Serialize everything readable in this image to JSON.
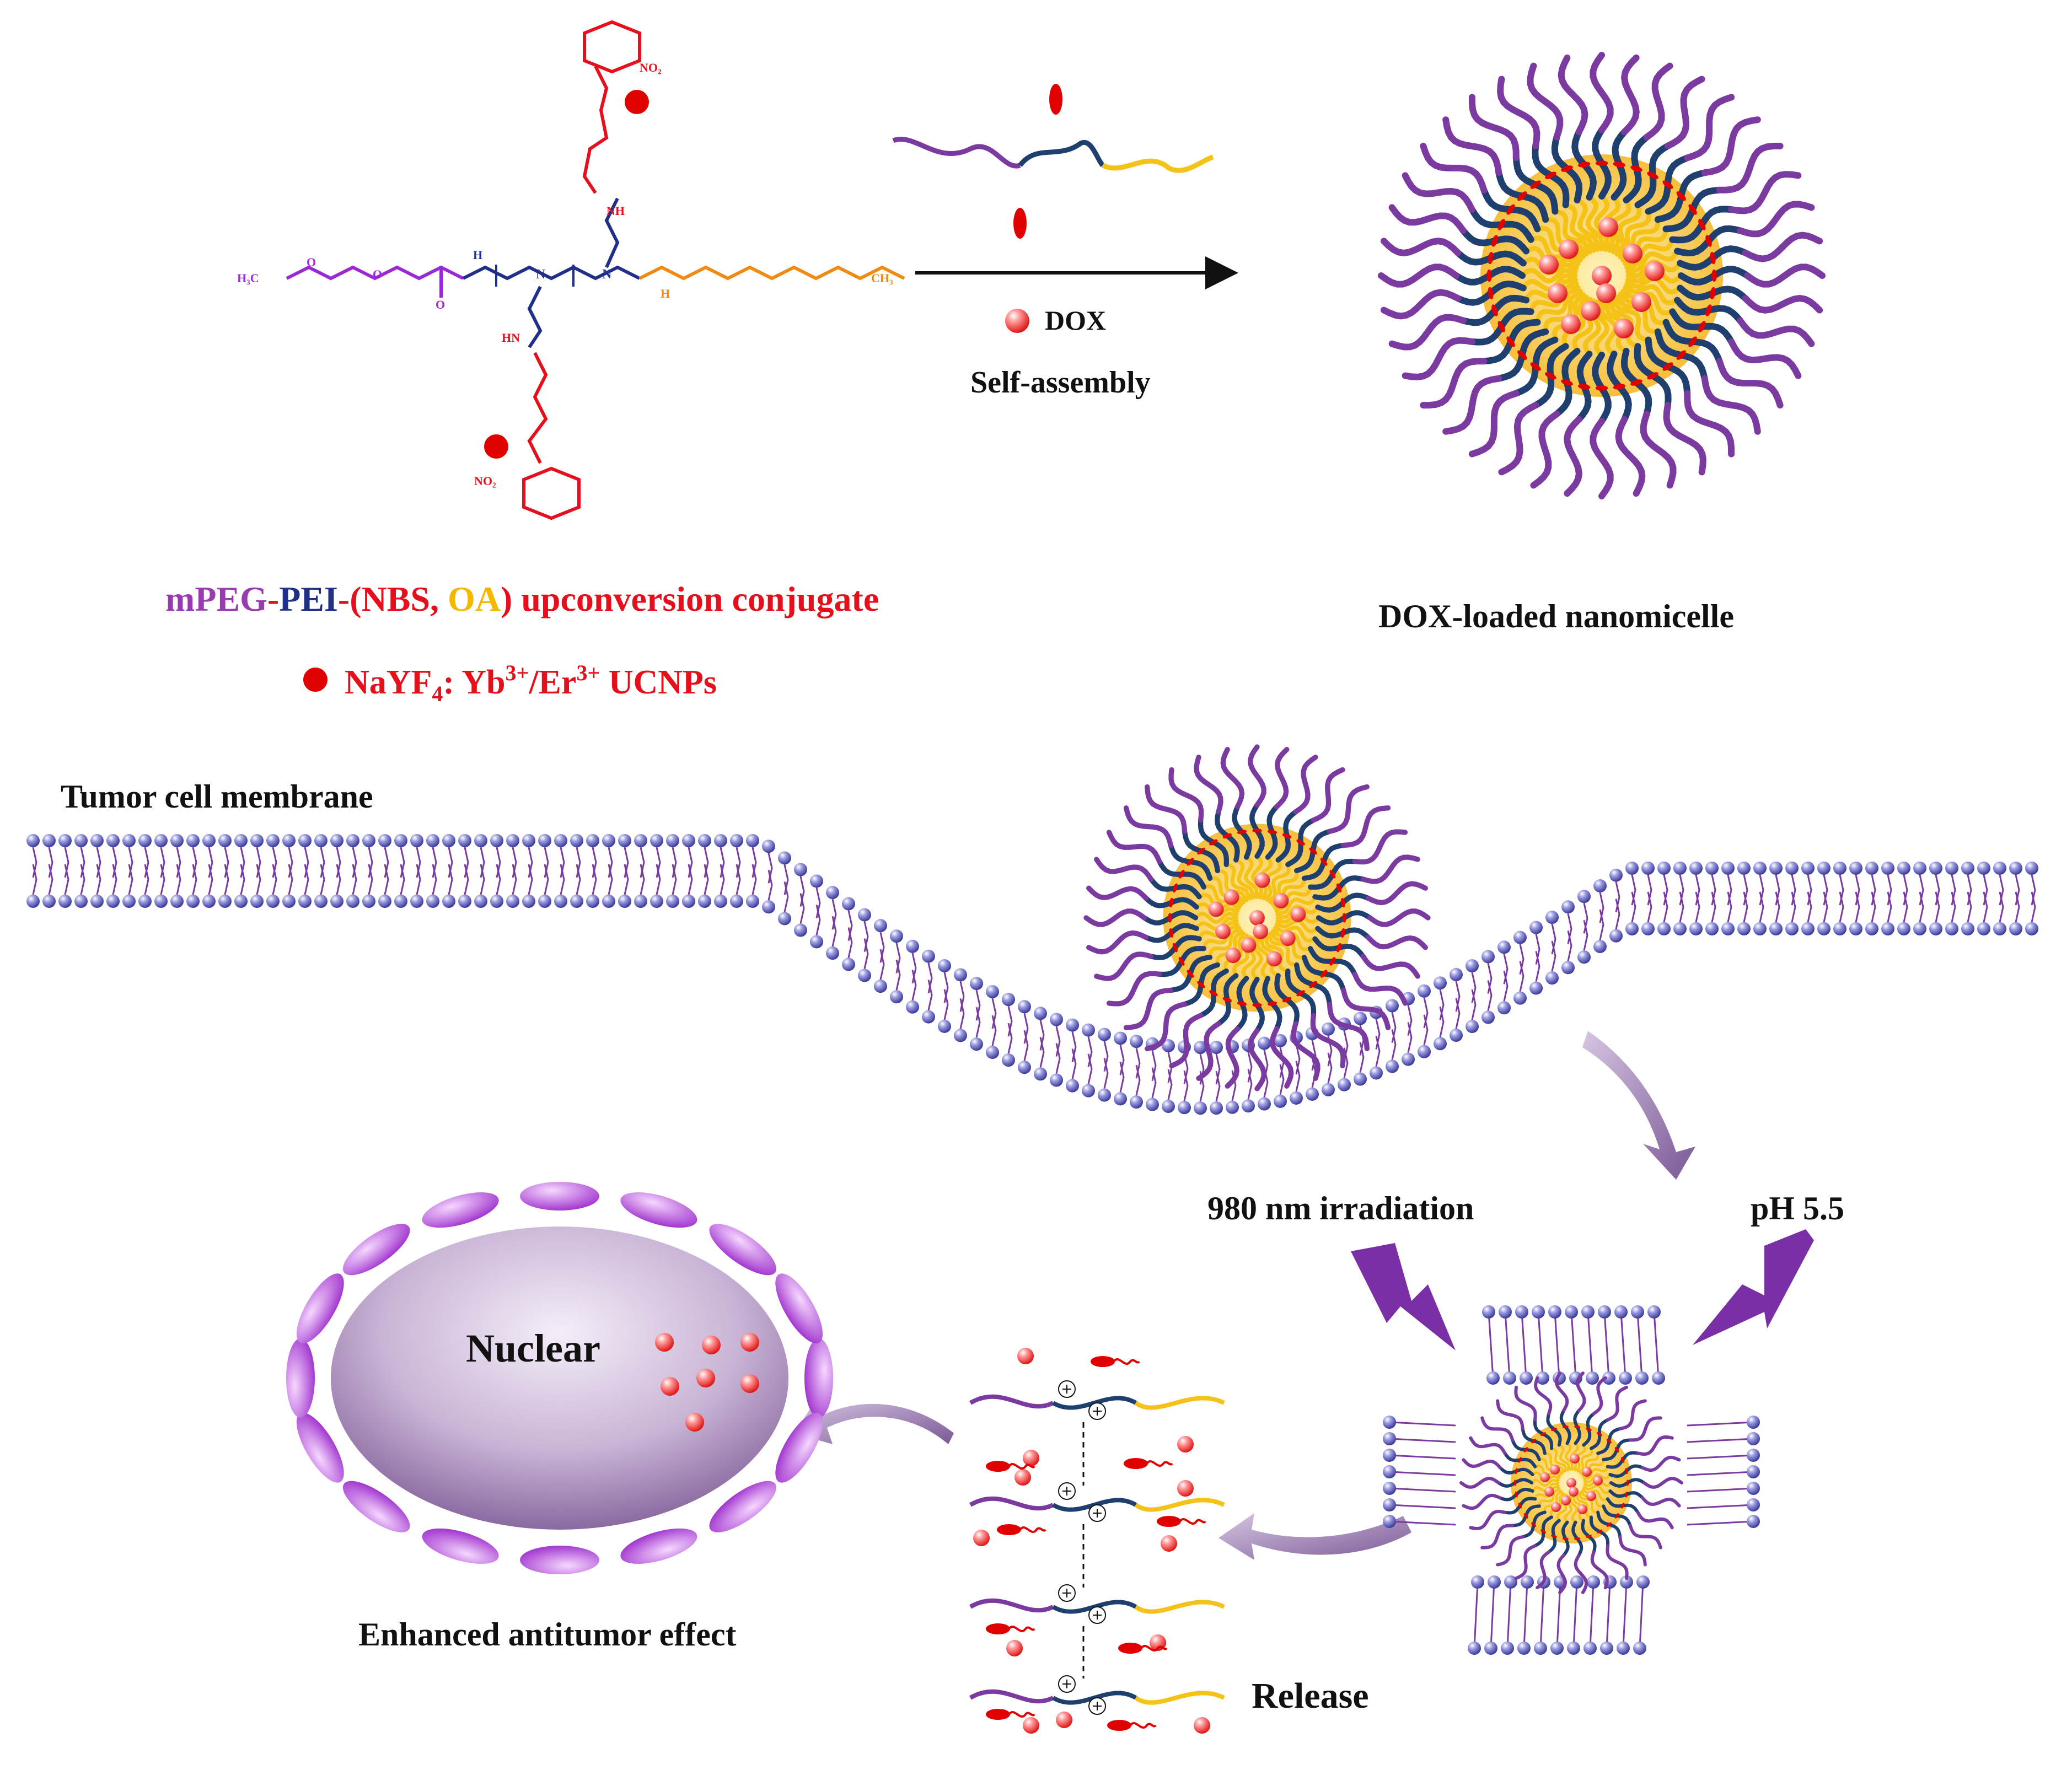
{
  "colors": {
    "peg": "#7b3aa0",
    "pei": "#1f3f6e",
    "nbs": "#e5101c",
    "oa": "#f0a020",
    "oa_tail": "#f5c218",
    "head": "#4a4ab0",
    "ucnp": "#e00000",
    "arrow": "#8a6aa8",
    "bolt": "#7a3aa6",
    "text": "#111111"
  },
  "chem": {
    "no2_top": "NO₂",
    "no2_bottom": "NO₂",
    "methyl_left": "H₃C",
    "o_1": "O",
    "o_2": "O",
    "n_h_left": "H",
    "n_left": "N",
    "n_right": "N",
    "n_h_right": "H",
    "ch3_right": "CH₃",
    "nh_top": "NH",
    "hn_bottom": "HN",
    "o_carbonyl": "O"
  },
  "legend": {
    "conjugate": {
      "mpeg": "mPEG",
      "dash1": "-",
      "pei": "PEI",
      "dash2": "-",
      "open": "(NBS, ",
      "oa": "OA",
      "close": ") upconversion conjugate"
    },
    "ucnp": {
      "main": "NaYF",
      "sub4": "4",
      "colon_yb": ": Yb",
      "sup1": "3+",
      "slash_er": "/Er",
      "sup2": "3+",
      "tail": " UCNPs"
    }
  },
  "arrow_labels": {
    "dox": "DOX",
    "self_assembly": "Self-assembly"
  },
  "micelle_label": "DOX-loaded nanomicelle",
  "membrane_label": "Tumor cell membrane",
  "stimuli": {
    "irradiation": "980 nm irradiation",
    "ph": "pH 5.5"
  },
  "release_label": "Release",
  "nucleus_label": "Nuclear",
  "effect_label": "Enhanced antitumor effect"
}
